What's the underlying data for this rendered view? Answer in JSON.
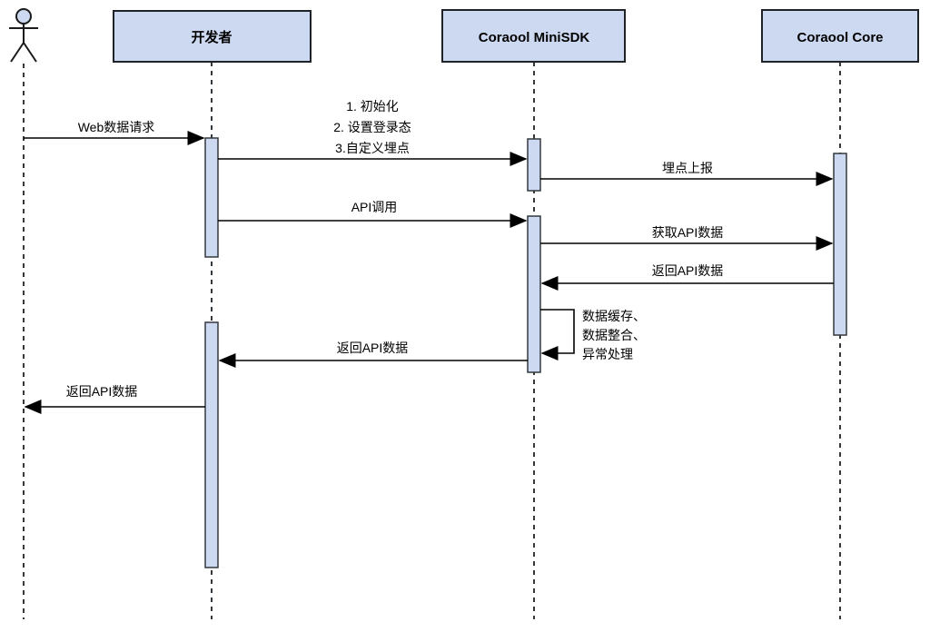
{
  "diagram": {
    "type": "uml-sequence-diagram",
    "participants": [
      {
        "id": "user",
        "kind": "actor",
        "label": ""
      },
      {
        "id": "developer",
        "kind": "box",
        "label": "开发者"
      },
      {
        "id": "minisdk",
        "kind": "box",
        "label": "Coraool MiniSDK"
      },
      {
        "id": "core",
        "kind": "box",
        "label": "Coraool Core"
      }
    ],
    "messages": [
      {
        "from": "user",
        "to": "developer",
        "label": "Web数据请求"
      },
      {
        "from": "developer",
        "to": "minisdk",
        "lines": [
          "1. 初始化",
          "2. 设置登录态",
          "3.自定义埋点"
        ]
      },
      {
        "from": "minisdk",
        "to": "core",
        "label": "埋点上报"
      },
      {
        "from": "developer",
        "to": "minisdk",
        "label": "API调用"
      },
      {
        "from": "minisdk",
        "to": "core",
        "label": "获取API数据"
      },
      {
        "from": "core",
        "to": "minisdk",
        "label": "返回API数据"
      },
      {
        "from": "minisdk",
        "to": "minisdk",
        "self": true,
        "lines": [
          "数据缓存、",
          "数据整合、",
          "异常处理"
        ]
      },
      {
        "from": "minisdk",
        "to": "developer",
        "label": "返回API数据"
      },
      {
        "from": "developer",
        "to": "user",
        "label": "返回API数据"
      }
    ],
    "colors": {
      "participant_fill": "#ccd9f1",
      "participant_border": "#2b2f33",
      "line": "#000000",
      "background": "#ffffff"
    }
  }
}
